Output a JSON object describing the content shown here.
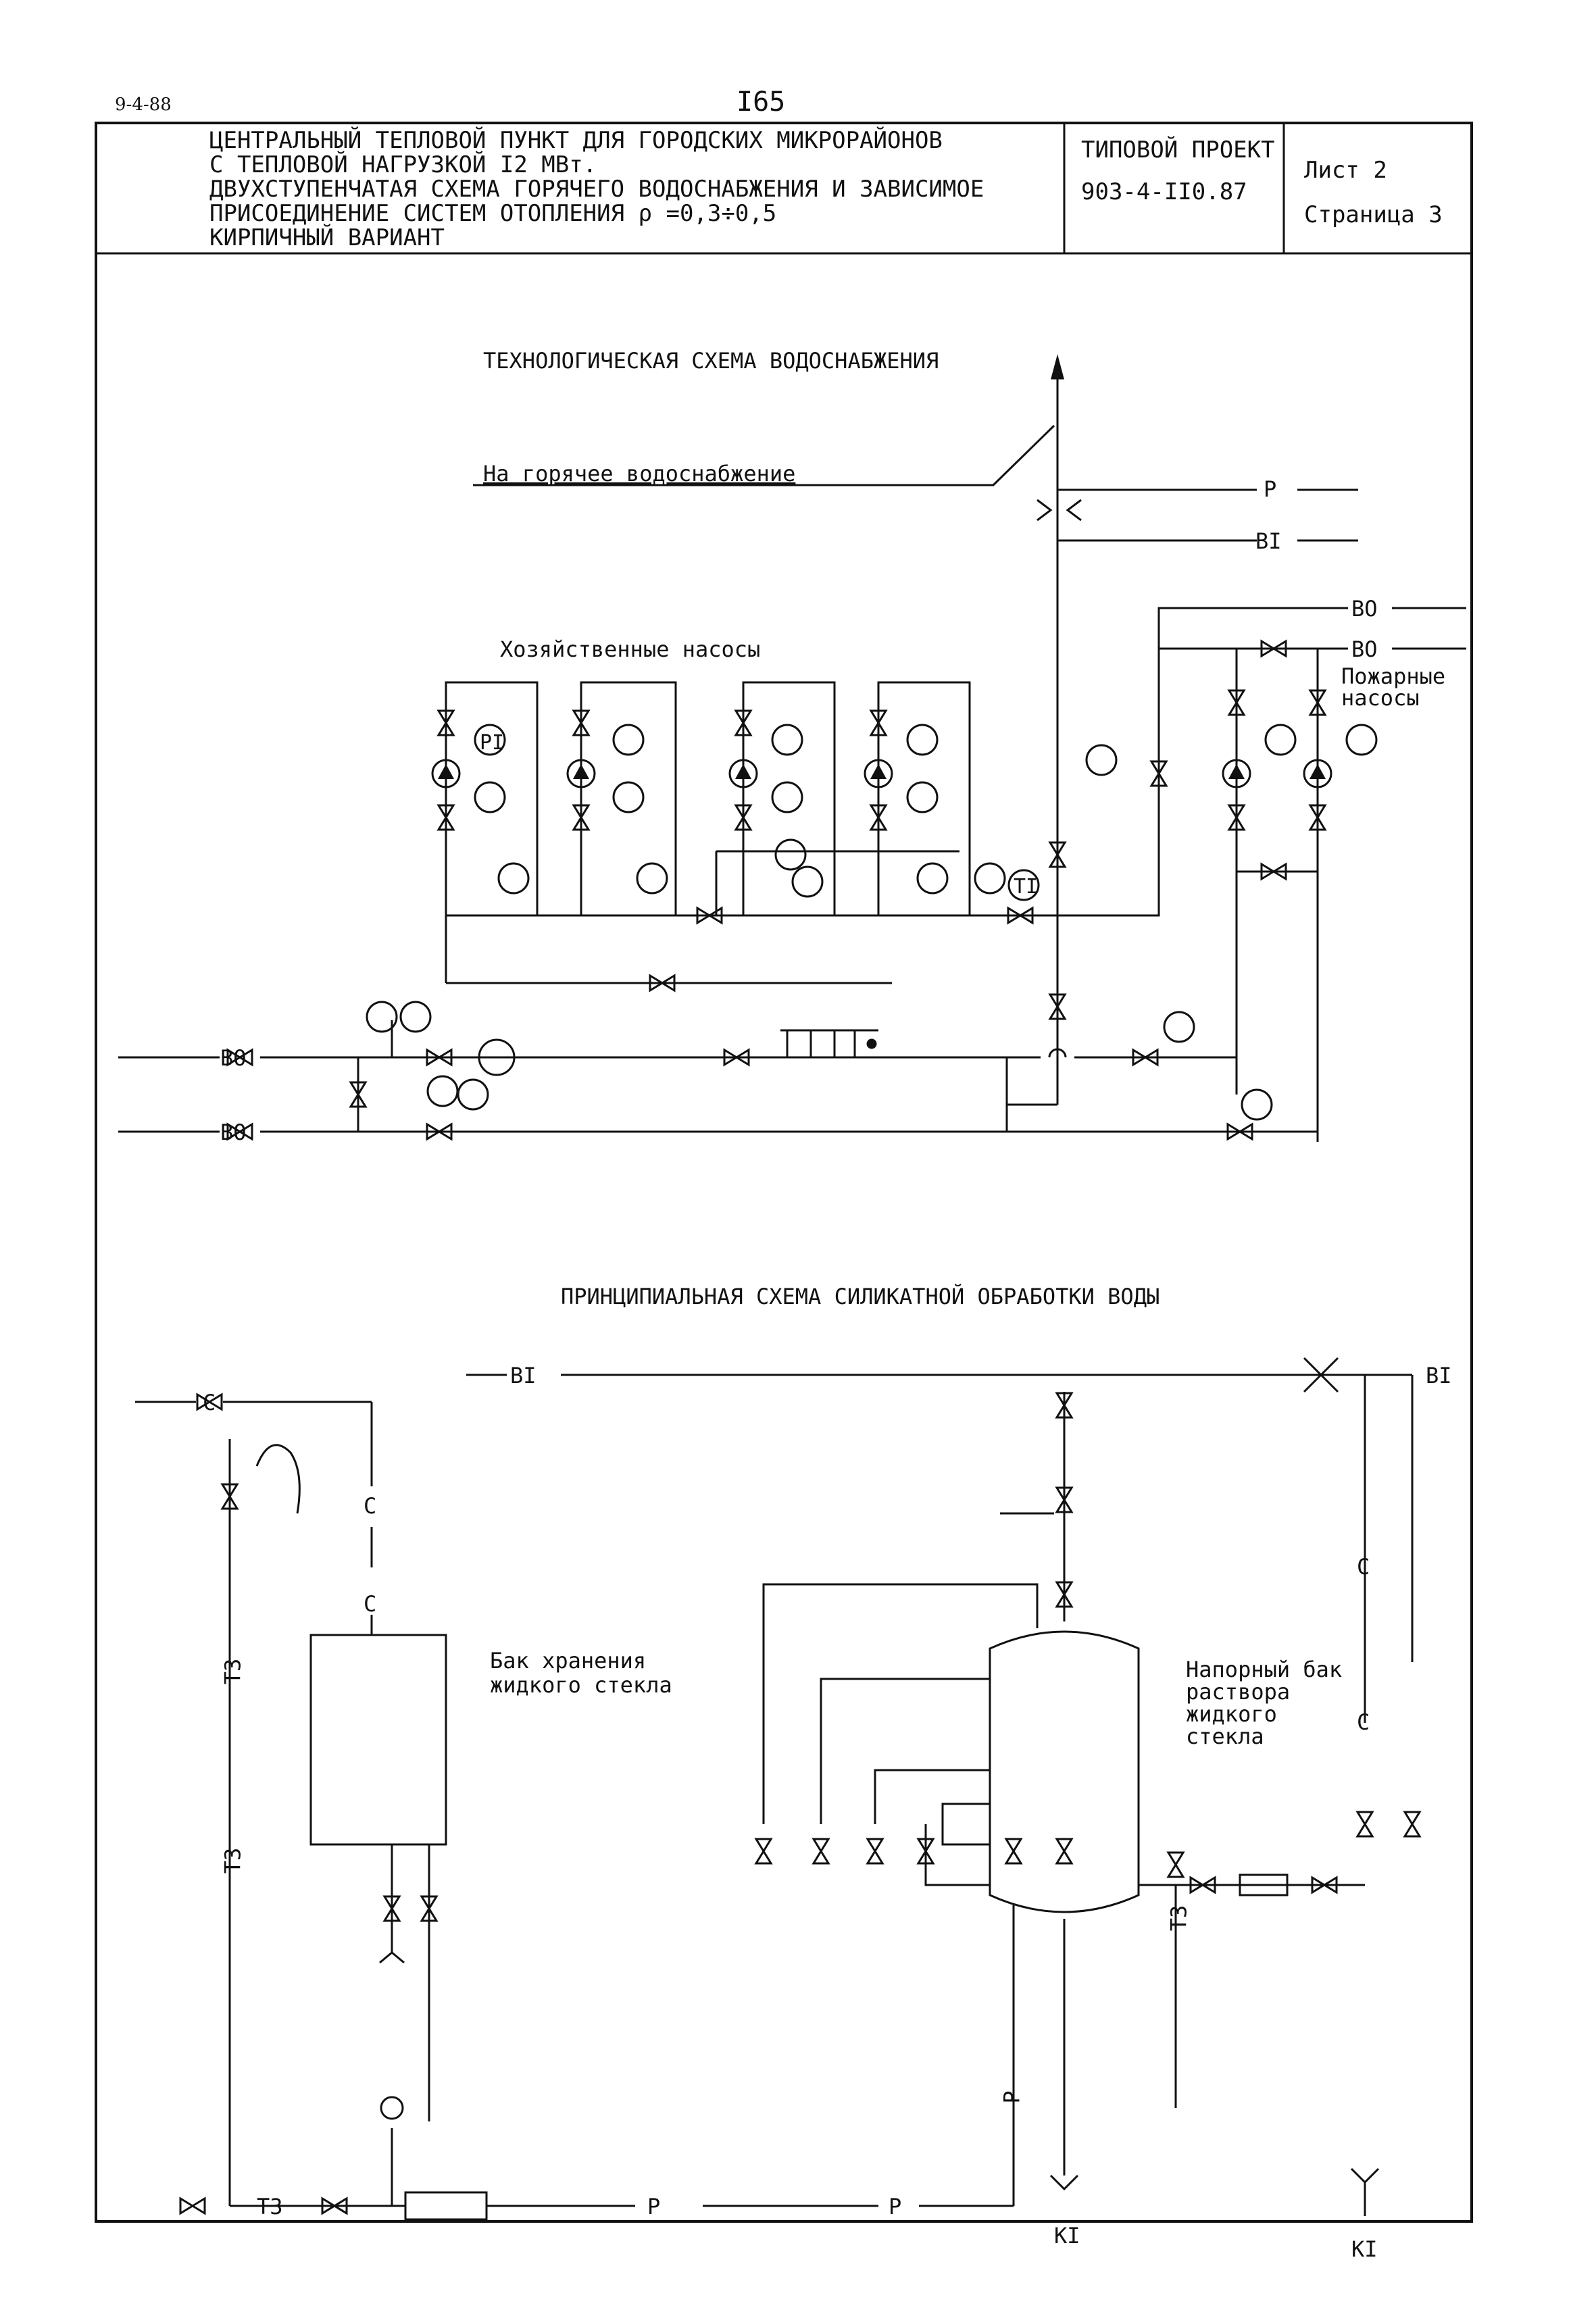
{
  "header": {
    "doc_code": "9-4-88",
    "page_number": "I65",
    "title_lines": [
      "ЦЕНТРАЛЬНЫЙ ТЕПЛОВОЙ ПУНКТ ДЛЯ ГОРОДСКИХ МИКРОРАЙОНОВ",
      "С ТЕПЛОВОЙ НАГРУЗКОЙ I2 МВт.",
      "ДВУХСТУПЕНЧАТАЯ СХЕМА ГОРЯЧЕГО ВОДОСНАБЖЕНИЯ И ЗАВИСИМОЕ",
      "ПРИСОЕДИНЕНИЕ СИСТЕМ ОТОПЛЕНИЯ   ρ =0,3÷0,5",
      "КИРПИЧНЫЙ ВАРИАНТ"
    ],
    "project_label": "ТИПОВОЙ ПРОЕКТ",
    "project_code": "903-4-II0.87",
    "sheet": "Лист 2",
    "page": "Страница 3"
  },
  "scheme1": {
    "title": "ТЕХНОЛОГИЧЕСКАЯ СХЕМА ВОДОСНАБЖЕНИЯ",
    "hot_supply": "На горячее водоснабжение",
    "household_pumps": "Хозяйственные насосы",
    "fire_pumps_1": "Пожарные",
    "fire_pumps_2": "насосы",
    "line_p": "P",
    "line_b1": "BI",
    "line_b0": "BO",
    "gauge_pi": "PI",
    "gauge_ti": "TI"
  },
  "scheme2": {
    "title": "ПРИНЦИПИАЛЬНАЯ СХЕМА СИЛИКАТНОЙ ОБРАБОТКИ ВОДЫ",
    "storage_tank_1": "Бак хранения",
    "storage_tank_2": "жидкого стекла",
    "pressure_tank_1": "Напорный бак",
    "pressure_tank_2": "раствора",
    "pressure_tank_3": "жидкого",
    "pressure_tank_4": "стекла",
    "line_c": "C",
    "line_t3": "T3",
    "line_p": "P",
    "line_b1": "BI",
    "line_k1": "KI"
  },
  "colors": {
    "ink": "#111111",
    "paper": "#ffffff"
  }
}
